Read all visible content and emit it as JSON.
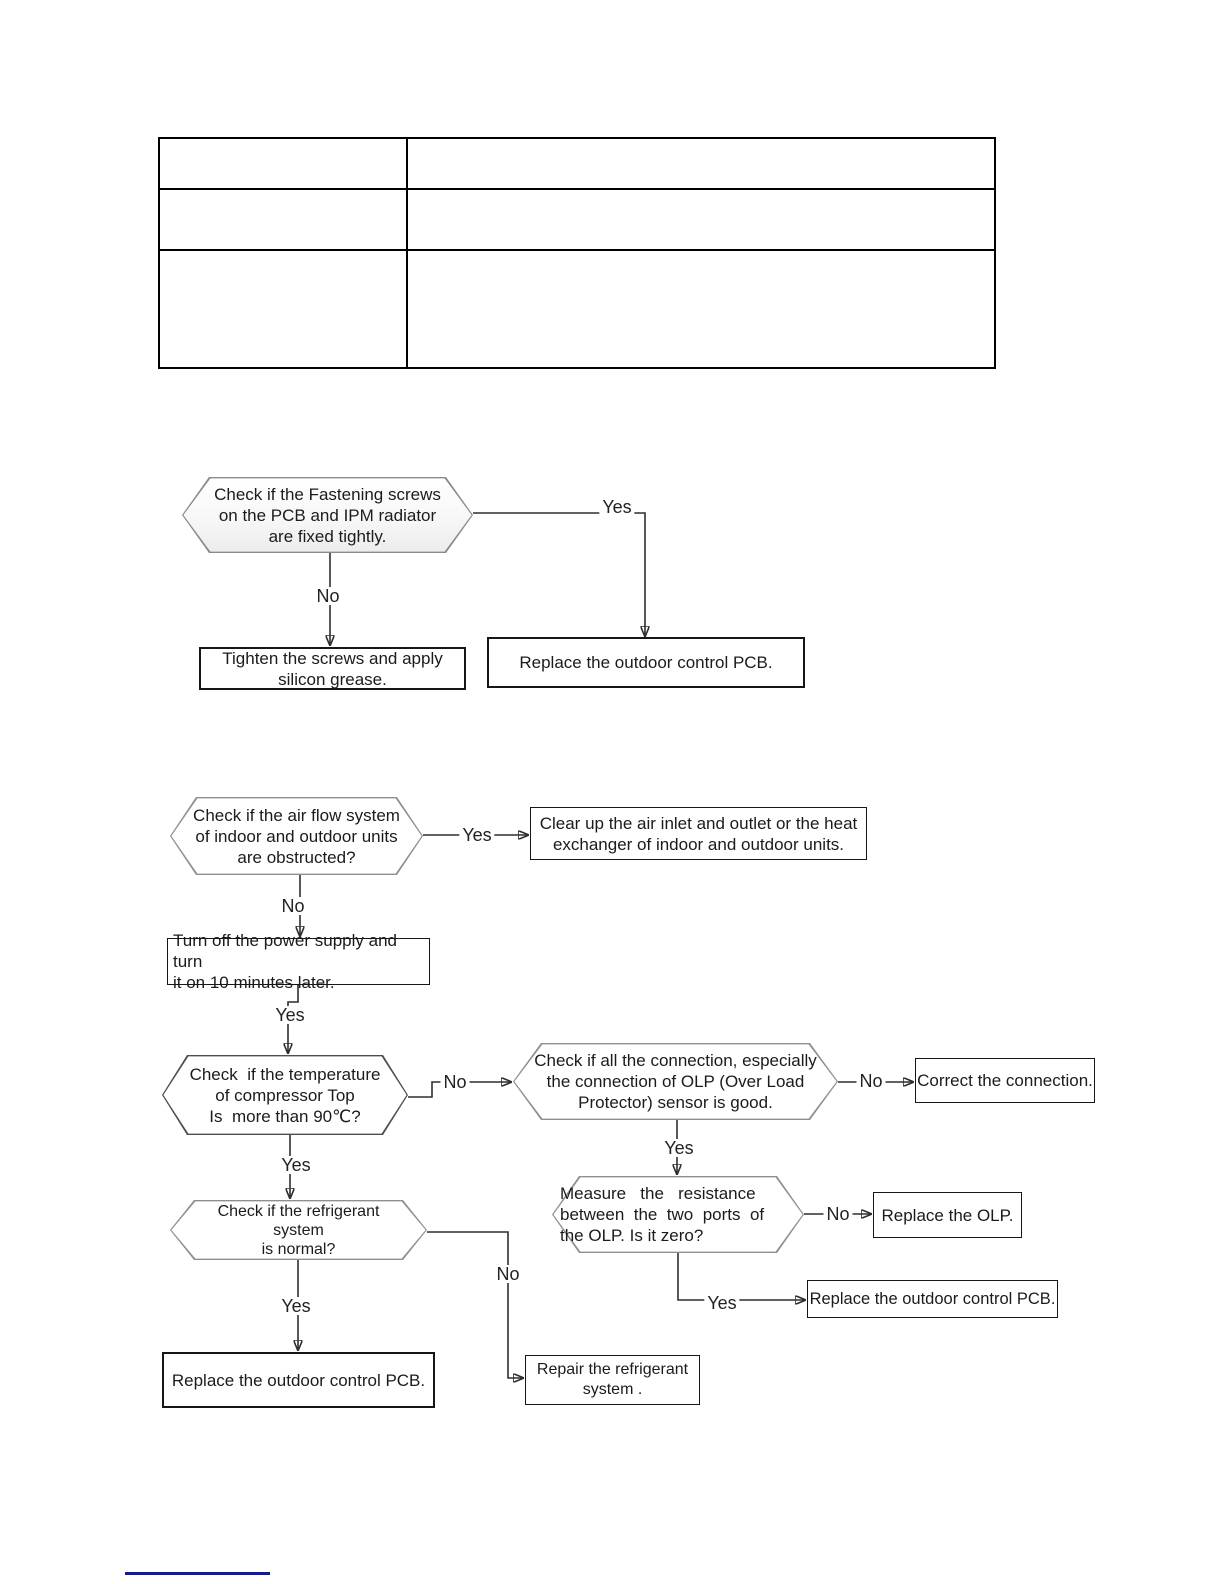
{
  "table": {
    "rows": [
      {
        "col1": "",
        "col2": ""
      },
      {
        "col1": "",
        "col2": ""
      },
      {
        "col1": "",
        "col2": ""
      }
    ]
  },
  "labels": {
    "yes": "Yes",
    "no": "No"
  },
  "flowchart1": {
    "check_screws": "Check if the Fastening screws\non the PCB and IPM radiator\nare fixed tightly.",
    "tighten_screws": "Tighten the screws and apply\nsilicon grease.",
    "replace_pcb": "Replace the outdoor control PCB."
  },
  "flowchart2": {
    "check_airflow": "Check if the air flow system\nof indoor and outdoor units\nare obstructed?",
    "clear_airflow": "Clear up the air inlet and outlet or the heat\nexchanger of indoor and outdoor units.",
    "power_cycle": "Turn off the power supply and turn\nit on 10 minutes later.",
    "check_temperature": "Check  if the temperature\nof compressor Top\nIs  more than 90℃?",
    "check_connection": "Check if all the connection, especially\nthe connection of OLP (Over Load\nProtector) sensor is good.",
    "correct_connection": "Correct the connection.",
    "measure_resistance": "Measure   the   resistance\nbetween  the  two  ports  of\nthe OLP. Is it zero?",
    "replace_olp": "Replace the OLP.",
    "replace_pcb_after_olp": "Replace the outdoor control PCB.",
    "check_refrigerant": "Check if the refrigerant\nsystem\nis normal?",
    "replace_pcb_refrigerant": "Replace the outdoor control PCB.",
    "repair_refrigerant": "Repair the refrigerant\nsystem ."
  }
}
